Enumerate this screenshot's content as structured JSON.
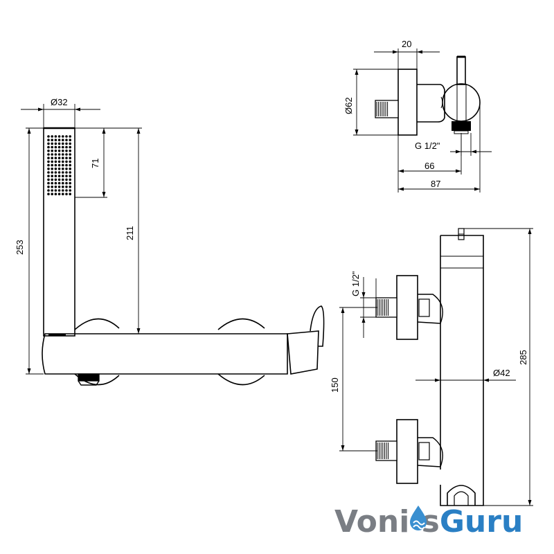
{
  "drawing": {
    "dims": {
      "phi32": "Ø32",
      "d253": "253",
      "d211": "211",
      "d71": "71",
      "d20": "20",
      "phi62": "Ø62",
      "g12_top": "G 1/2\"",
      "d66": "66",
      "d87": "87",
      "g12_side": "G 1/2\"",
      "d150": "150",
      "phi42": "Ø42",
      "d285": "285"
    }
  },
  "logo": {
    "part1": "Voni",
    "part2": "s",
    "part3": "Guru",
    "colors": {
      "gray": "#7a7e84",
      "blue": "#2a7fc4",
      "drop": "#3a8fd0"
    }
  }
}
